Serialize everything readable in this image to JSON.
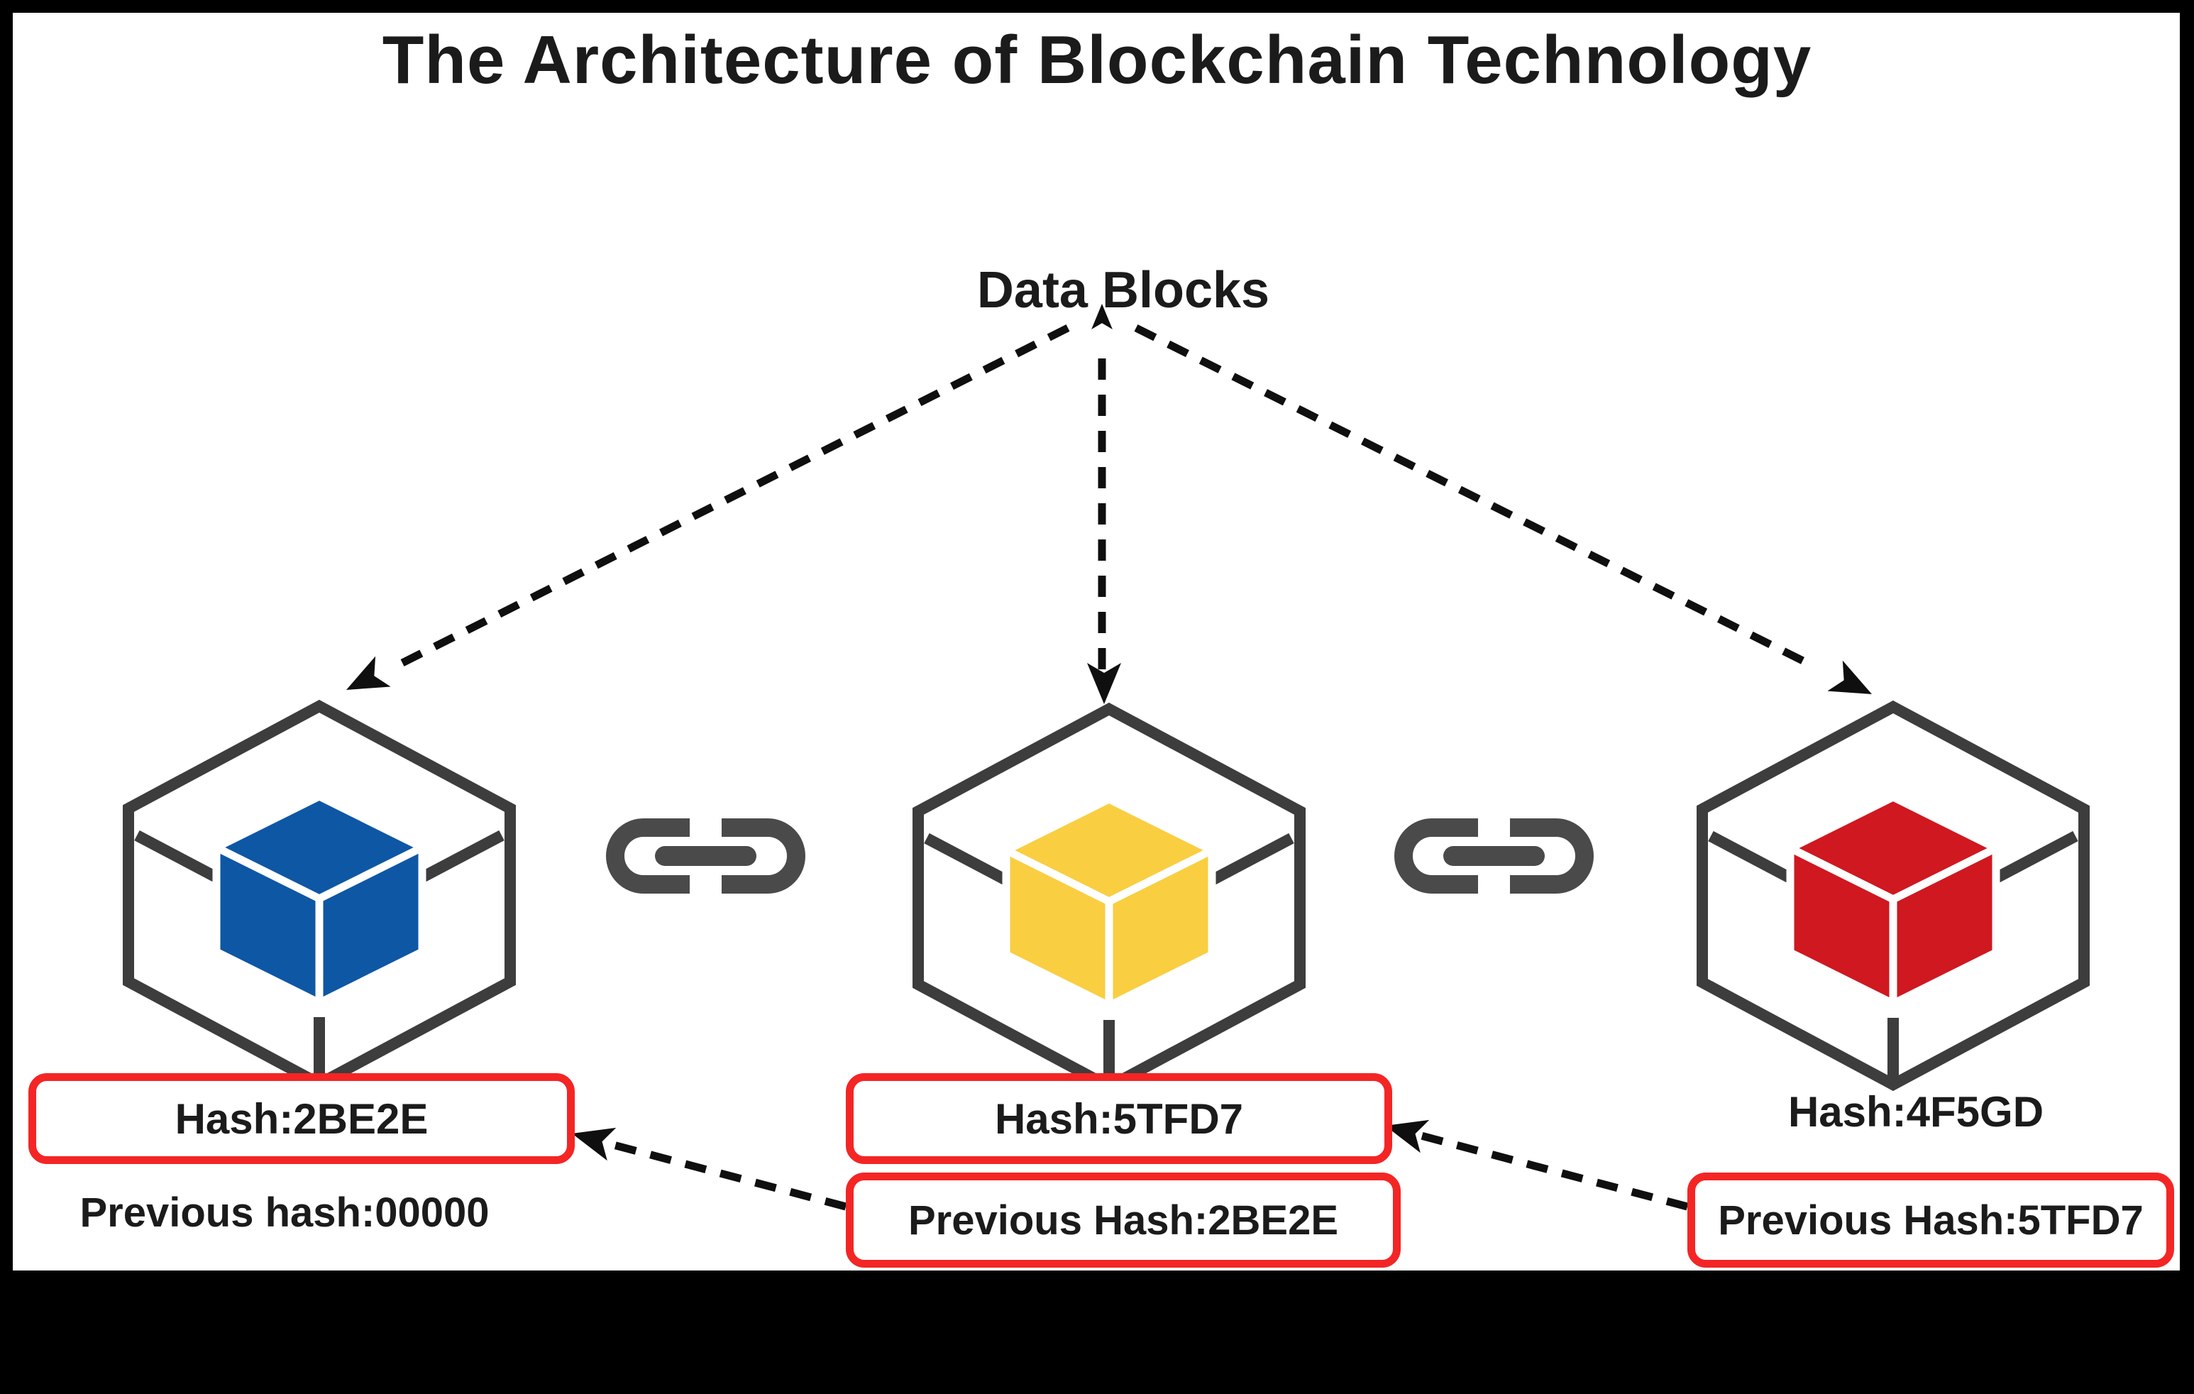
{
  "title": "The Architecture of Blockchain Technology",
  "data_blocks_label": "Data Blocks",
  "colors": {
    "frame": "#000000",
    "canvas": "#ffffff",
    "text": "#1b1b1b",
    "wireframe": "#3d3d3d",
    "chain": "#4a4a4a",
    "arrow": "#0f0f0f",
    "hash_box_border": "#f42525",
    "block_blue": "#0e57a4",
    "block_yellow": "#f9ce41",
    "block_red": "#cf1820"
  },
  "blocks": [
    {
      "hash": "Hash:2BE2E",
      "previous_hash": "Previous hash:00000",
      "cube_color": "blue"
    },
    {
      "hash": "Hash:5TFD7",
      "previous_hash": "Previous Hash:2BE2E",
      "cube_color": "yellow"
    },
    {
      "hash": "Hash:4F5GD",
      "previous_hash": "Previous Hash:5TFD7",
      "cube_color": "red"
    }
  ]
}
